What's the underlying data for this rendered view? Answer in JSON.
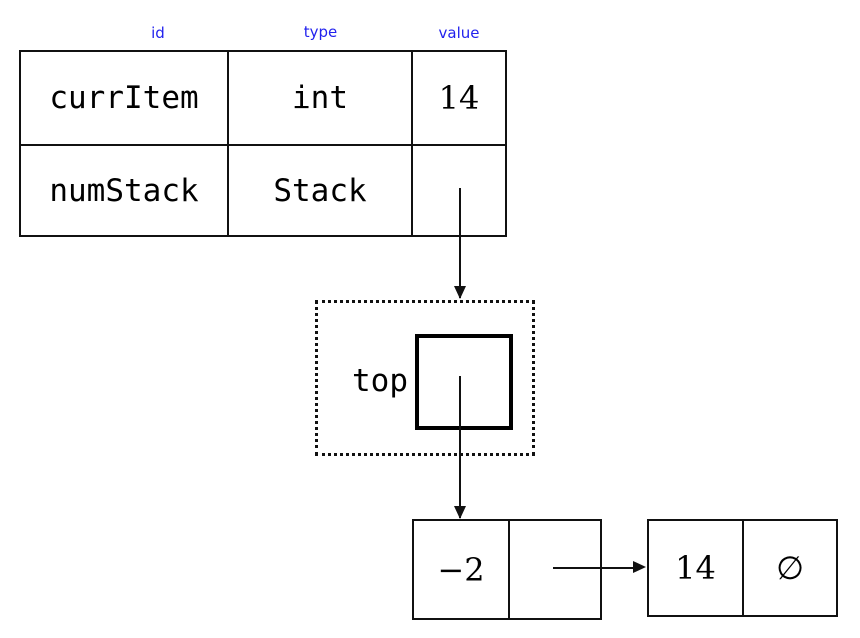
{
  "diagram": {
    "title": "stack-memory-diagram",
    "colors": {
      "header_text": "#2222ee",
      "line": "#111111",
      "background": "#ffffff"
    },
    "variable_table": {
      "headers": [
        "id",
        "type",
        "value"
      ],
      "rows": [
        {
          "id": "currItem",
          "type": "int",
          "value": "14"
        },
        {
          "id": "numStack",
          "type": "Stack",
          "value": ""
        }
      ]
    },
    "stack_object": {
      "field_label": "top",
      "field_value": ""
    },
    "linked_list": {
      "nodes": [
        {
          "value": "−2",
          "next": ""
        },
        {
          "value": "14",
          "next": "∅"
        }
      ]
    },
    "connectors": {
      "numstack_to_stack": "numStack-value-to-stack-object",
      "top_to_node1": "top-field-to-node-1",
      "node1_to_node2": "node-1-next-to-node-2"
    }
  }
}
